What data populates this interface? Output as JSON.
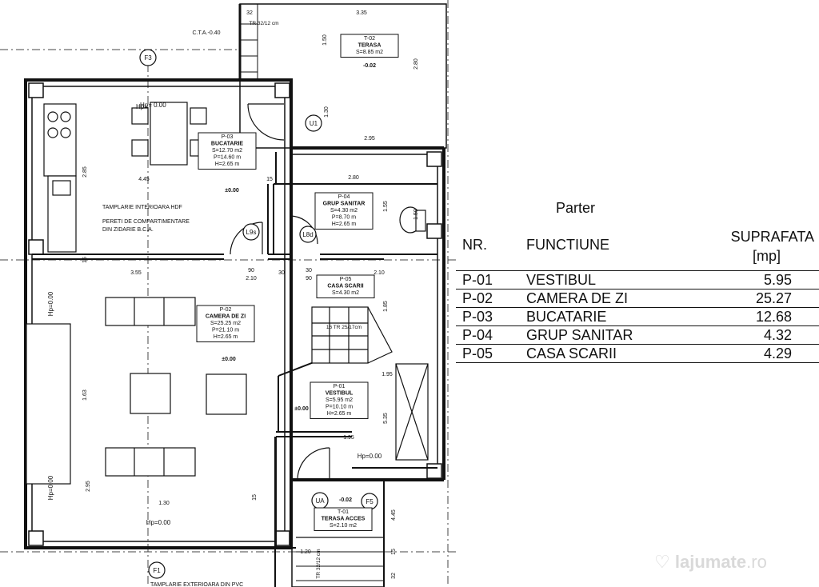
{
  "plan": {
    "cta": "C.T.A.-0.40",
    "axes": [
      "F3",
      "F1",
      "F5"
    ],
    "tags": [
      "U1",
      "L9s",
      "L8d",
      "UA"
    ],
    "dims": [
      "32",
      "3.35",
      "1.50",
      "2.80",
      "1.30",
      "2.95",
      "2.85",
      "4.45",
      "15",
      "2.80",
      "1.55",
      "1.50",
      "15",
      "3.55",
      "2.10",
      "90",
      "30",
      "30",
      "90",
      "2.10",
      "1.85",
      "1.95",
      "1.63",
      "5.35",
      "1.95",
      "2.95",
      "15",
      "1.30",
      "4.45",
      "1.20",
      "15",
      "32",
      "32"
    ],
    "stair_labels": [
      "TR 32/12 cm",
      "16 TR 25/17cm",
      "TR 32/12 cm"
    ],
    "notes": [
      "TAMPLARIE INTERIOARA HDF",
      "PERETI DE COMPARTIMENTARE",
      "DIN ZIDARIE B.C.A.",
      "TAMPLARIE EXTERIOARA DIN PVC"
    ],
    "levels": [
      "±0.00",
      "±0.00",
      "±0.00",
      "-0.02",
      "-0.02"
    ],
    "hp": [
      "Hp=0.00",
      "Hp=0.00",
      "Hp=0.00",
      "Hp=0.00",
      "Hp= 0.00"
    ],
    "hp_short": "Hp=",
    "rooms": [
      {
        "code": "T-02",
        "name": "TERASA",
        "s": "S=8.85 m2",
        "p": "",
        "h": ""
      },
      {
        "code": "P-03",
        "name": "BUCATARIE",
        "s": "S=12.70 m2",
        "p": "P=14.60 m",
        "h": "H=2.65 m"
      },
      {
        "code": "P-04",
        "name": "GRUP SANITAR",
        "s": "S=4.30 m2",
        "p": "P=8.70 m",
        "h": "H=2.65 m"
      },
      {
        "code": "P-05",
        "name": "CASA SCARII",
        "s": "S=4.30 m2",
        "p": "",
        "h": ""
      },
      {
        "code": "P-02",
        "name": "CAMERA DE ZI",
        "s": "S=25.25 m2",
        "p": "P=21.10 m",
        "h": "H=2.65 m"
      },
      {
        "code": "P-01",
        "name": "VESTIBUL",
        "s": "S=5.95 m2",
        "p": "P=10.10 m",
        "h": "H=2.65 m"
      },
      {
        "code": "T-01",
        "name": "TERASA ACCES",
        "s": "S=2.10 m2",
        "p": "",
        "h": ""
      }
    ]
  },
  "table": {
    "title": "Parter",
    "col_nr": "NR.",
    "col_func": "FUNCTIUNE",
    "col_area_1": "SUPRAFATA",
    "col_area_2": "[mp]",
    "rows": [
      {
        "nr": "P-01",
        "func": "VESTIBUL",
        "area": "5.95"
      },
      {
        "nr": "P-02",
        "func": "CAMERA DE ZI",
        "area": "25.27"
      },
      {
        "nr": "P-03",
        "func": "BUCATARIE",
        "area": "12.68"
      },
      {
        "nr": "P-04",
        "func": "GRUP SANITAR",
        "area": "4.32"
      },
      {
        "nr": "P-05",
        "func": "CASA SCARII",
        "area": "4.29"
      }
    ]
  },
  "watermark": {
    "brand": "lajumate",
    "suffix": ".ro"
  }
}
